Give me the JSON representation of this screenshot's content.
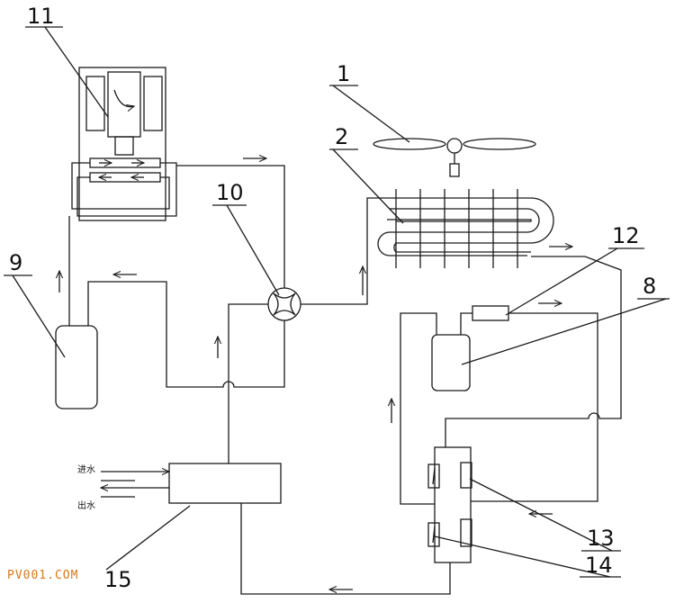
{
  "labels": {
    "n1": "1",
    "n2": "2",
    "n8": "8",
    "n9": "9",
    "n10": "10",
    "n11": "11",
    "n12": "12",
    "n13": "13",
    "n14": "14",
    "n15": "15"
  },
  "water": {
    "inlet": "进水",
    "outlet": "出水"
  },
  "watermark": "PV001.COM"
}
